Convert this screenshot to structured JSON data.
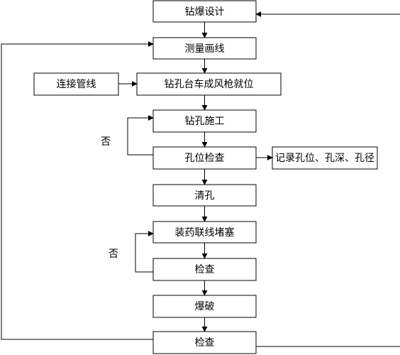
{
  "diagram": {
    "nodes": {
      "design": "钻爆设计",
      "survey": "测量画线",
      "connect": "连接管线",
      "position": "钻孔台车成风枪就位",
      "drill": "钻孔施工",
      "check_hole": "孔位检查",
      "record": "记录孔位、孔深、孔径",
      "clean": "清孔",
      "charge": "装药联线堵塞",
      "check_charge": "检查",
      "blast": "爆破",
      "check_final": "检查"
    },
    "loop_labels": {
      "drill_loop": "否",
      "charge_loop": "否"
    }
  }
}
